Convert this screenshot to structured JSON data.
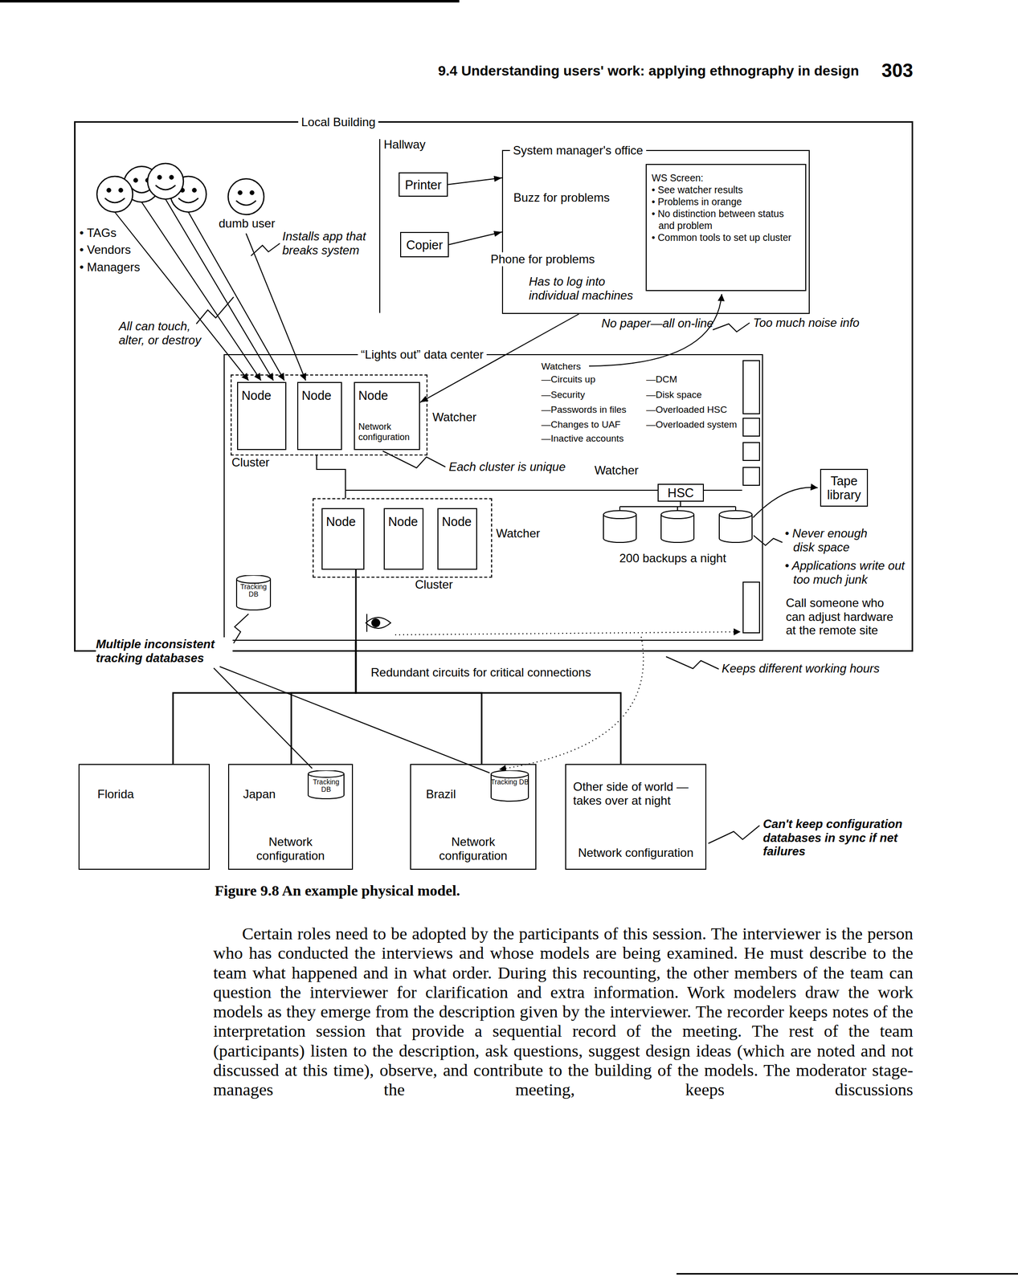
{
  "diagram": {
    "caption": "Figure 9.8 An example physical model.",
    "nodes": [
      {
        "text": [
          "Local Building"
        ]
      },
      {
        "text": [
          "Printer"
        ],
        "in": 0
      },
      {
        "text": [
          "Copier"
        ],
        "in": 0
      },
      {
        "text": [
          "System manager's office"
        ],
        "in": 0
      },
      {
        "text": [
          "WS Screen:",
          "• See watcher results",
          "• Problems in orange",
          "• No distinction between status and problem",
          "• Common tools to set up cluster"
        ],
        "in": 3
      },
      {
        "text": [
          "“Lights out” data center"
        ],
        "in": 0
      },
      {
        "text": [
          "Cluster"
        ],
        "in": 5
      },
      {
        "text": [
          "Node"
        ],
        "in": 6
      },
      {
        "text": [
          "Node"
        ],
        "in": 6
      },
      {
        "text": [
          "Node",
          "Network configuration"
        ],
        "in": 6
      },
      {
        "text": [
          "Cluster"
        ],
        "in": 5
      },
      {
        "text": [
          "Node"
        ],
        "in": 10
      },
      {
        "text": [
          "Node"
        ],
        "in": 10
      },
      {
        "text": [
          "Node"
        ],
        "in": 10
      },
      {
        "text": [
          "HSC"
        ],
        "in": 5
      },
      {
        "text": [
          "Tracking DB"
        ],
        "in": 5
      },
      {
        "text": [
          "Tape library"
        ],
        "in": 0
      },
      {
        "text": [
          "Florida"
        ]
      },
      {
        "text": [
          "Japan",
          "Network configuration"
        ]
      },
      {
        "text": [
          "Tracking DB"
        ],
        "in": 18
      },
      {
        "text": [
          "Brazil",
          "Network configuration"
        ]
      },
      {
        "text": [
          "Tracking DB"
        ],
        "in": 20
      },
      {
        "text": [
          "Other side of world —takes over at night",
          "Network configuration"
        ]
      }
    ],
    "edges": [
      {
        "from": 1,
        "to": 3,
        "arrow": "to",
        "label": "Buzz for problems"
      },
      {
        "from": 2,
        "to": 3,
        "arrow": "to",
        "label": "Phone for problems"
      },
      {
        "from": 3,
        "to": 9,
        "arrow": "to"
      },
      {
        "from": 5,
        "to": 17,
        "arrow": "none"
      },
      {
        "from": 5,
        "to": 18,
        "arrow": "none"
      },
      {
        "from": 5,
        "to": 20,
        "arrow": "none"
      },
      {
        "from": 5,
        "to": 22,
        "arrow": "none"
      }
    ],
    "labels": [
      "9.4 Understanding users' work: applying ethnography in design",
      "303",
      "Hallway",
      "• TAGs",
      "• Vendors",
      "• Managers",
      "dumb user",
      "Installs app that breaks system",
      "All can touch, alter, or destroy",
      "Has to log into individual machines",
      "No paper—all on-line",
      "Too much noise info",
      "Watchers",
      "—Circuits up",
      "—Security",
      "—Passwords in files",
      "—Changes to UAF",
      "—Inactive accounts",
      "—DCM",
      "—Disk space",
      "—Overloaded HSC",
      "—Overloaded system",
      "Watcher",
      "Each cluster is unique",
      "Watcher",
      "Watcher",
      "200 backups a night",
      "• Never enough disk space",
      "• Applications write out too much junk",
      "Call someone who can adjust hardware at the remote site",
      "Multiple inconsistent tracking databases",
      "Redundant circuits for critical connections",
      "Keeps different working hours",
      "Can't keep configuration databases in sync if net failures",
      "Certain roles need to be adopted by the participants of this session. The interviewer is the person who has conducted the interviews and whose models are being examined. He must describe to the team what happened and in what order. During this recounting, the other members of the team can question the interviewer for clarification and extra information. Work modelers draw the work models as they emerge from the description given by the interviewer. The recorder keeps notes of the interpretation session that provide a sequential record of the meeting. The rest of the team (participants) listen to the description, ask questions, suggest design ideas (which are noted and not discussed at this time), observe, and contribute to the building of the models. The moderator stage-manages the meeting, keeps discussions"
    ]
  }
}
